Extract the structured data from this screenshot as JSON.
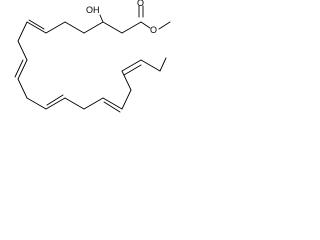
{
  "molecule": {
    "labels": {
      "hydroxyl": "OH",
      "carbonyl_oxygen": "O",
      "ester_oxygen": "O"
    }
  },
  "colors": {
    "bond": "#000000",
    "text": "#000000",
    "background": "#ffffff"
  }
}
